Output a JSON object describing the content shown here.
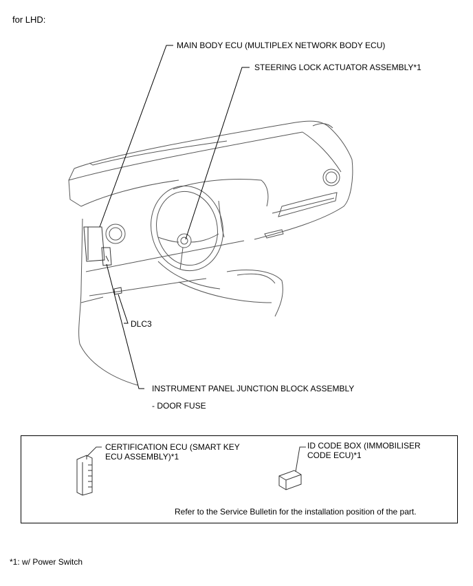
{
  "header": {
    "variant_label": "for LHD:"
  },
  "callouts": {
    "main_body_ecu": "MAIN BODY ECU (MULTIPLEX NETWORK BODY ECU)",
    "steering_lock": "STEERING LOCK ACTUATOR ASSEMBLY*1",
    "dlc3": "DLC3",
    "ip_junction_block": "INSTRUMENT PANEL JUNCTION BLOCK ASSEMBLY",
    "door_fuse": "- DOOR FUSE"
  },
  "legend": {
    "certification_ecu_line1": "CERTIFICATION ECU (SMART KEY",
    "certification_ecu_line2": "ECU ASSEMBLY)*1",
    "id_code_box_line1": "ID CODE BOX (IMMOBILISER",
    "id_code_box_line2": "CODE ECU)*1",
    "note": "Refer to the Service Bulletin for the installation position of the part."
  },
  "footnote": "*1: w/ Power Switch"
}
